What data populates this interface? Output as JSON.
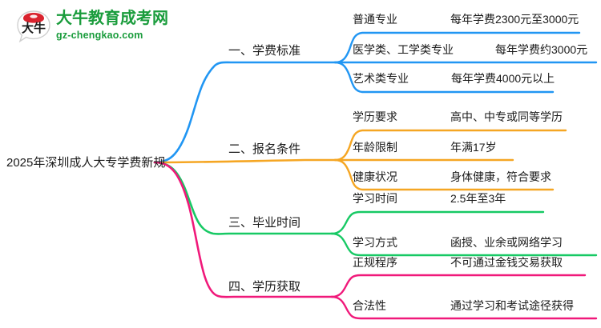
{
  "logo": {
    "emblem_text": "大牛",
    "name": "大牛教育成考网",
    "domain": "gz-chengkao.com",
    "brand_color": "#1a9c3c",
    "emblem_color": "#d9232e"
  },
  "mindmap": {
    "root": {
      "label": "2025年深圳成人大专学费新规"
    },
    "branches": [
      {
        "id": "tuition-standard",
        "label": "一、学费标准",
        "color": "#2196f3",
        "items": [
          {
            "key": "普通专业",
            "value": "每年学费2300元至3000元"
          },
          {
            "key": "医学类、工学类专业",
            "value": "每年学费约3000元"
          },
          {
            "key": "艺术类专业",
            "value": "每年学费4000元以上"
          }
        ]
      },
      {
        "id": "application-requirements",
        "label": "二、报名条件",
        "color": "#f5a623",
        "items": [
          {
            "key": "学历要求",
            "value": "高中、中专或同等学历"
          },
          {
            "key": "年龄限制",
            "value": "年满17岁"
          },
          {
            "key": "健康状况",
            "value": "身体健康，符合要求"
          }
        ]
      },
      {
        "id": "graduation-time",
        "label": "三、毕业时间",
        "color": "#17c964",
        "items": [
          {
            "key": "学习时间",
            "value": "2.5年至3年"
          },
          {
            "key": "学习方式",
            "value": "函授、业余或网络学习"
          }
        ]
      },
      {
        "id": "diploma-acquisition",
        "label": "四、学历获取",
        "color": "#f0197a",
        "items": [
          {
            "key": "正规程序",
            "value": "不可通过金钱交易获取"
          },
          {
            "key": "合法性",
            "value": "通过学习和考试途径获得"
          }
        ]
      }
    ]
  }
}
